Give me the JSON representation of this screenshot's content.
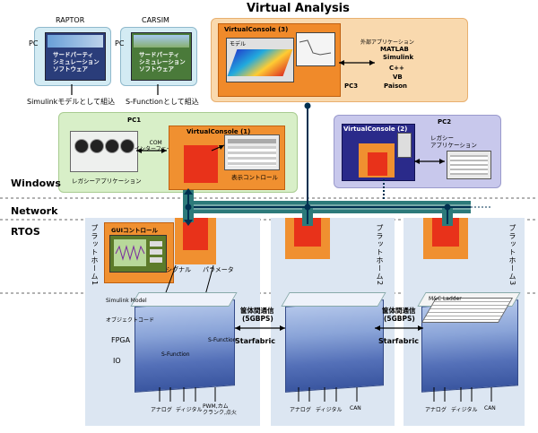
{
  "header": {
    "title": "Virtual Analysis"
  },
  "sections": {
    "windows": "Windows",
    "network": "Network",
    "rtos": "RTOS"
  },
  "raptor": {
    "top": "RAPTOR",
    "pc": "PC",
    "screen": "サードパーティ\nシミュレーション\nソフトウェア",
    "caption": "Simulinkモデルとして組込"
  },
  "carsim": {
    "top": "CARSIM",
    "pc": "PC",
    "screen": "サードパーティ\nシミュレーション\nソフトウェア",
    "caption": "S-Functionとして組込"
  },
  "va": {
    "console": "VirtualConsole (3)",
    "model": "モデル",
    "external": "外部アプリケーション",
    "apps": [
      "MATLAB",
      "Simulink",
      "C++",
      "VB",
      "Paison"
    ],
    "pc": "PC3"
  },
  "pc1": {
    "label": "PC1",
    "legacy": "レガシーアプリケーション",
    "com": "COM\nインターフェース",
    "console": "VirtualConsole (1)",
    "display": "表示コントロール"
  },
  "pc2": {
    "label": "PC2",
    "console": "VirtualConsole (2)",
    "legacy": "レガシー\nアプリケーション"
  },
  "platforms": {
    "p1": "プラットホーム1",
    "p2": "プラットホーム2",
    "p3": "プラットホーム3",
    "gui": "GUIコントロール",
    "signal": "シグナル",
    "param": "パラメータ"
  },
  "hardware": {
    "simulink_model": "Simulink Model",
    "object_code": "オブジェクトコード",
    "fpga": "FPGA",
    "io": "IO",
    "sfunc1": "S-Function",
    "sfunc2": "S-Function",
    "mc_ladder": "M&C Ladder",
    "link_jp1": "筐体間通信",
    "link_rate1": "(5GBPS)",
    "link_name1": "Starfabric",
    "link_jp2": "筐体間通信",
    "link_rate2": "(5GBPS)",
    "link_name2": "Starfabric"
  },
  "bottom": {
    "p1_ports": [
      "アナログ",
      "ディジタル",
      "PWM,カム\nクランク,点火"
    ],
    "p2_ports": [
      "アナログ",
      "ディジタル",
      "CAN"
    ],
    "p3_ports": [
      "アナログ",
      "ディジタル",
      "CAN"
    ]
  }
}
